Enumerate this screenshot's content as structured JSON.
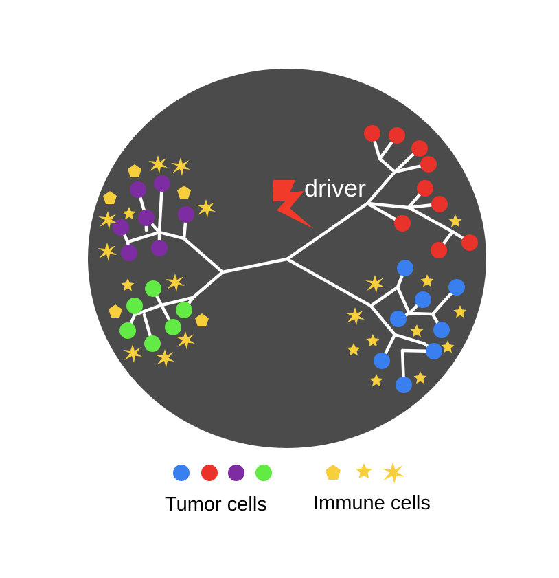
{
  "annotation": {
    "label": "driver",
    "icon": "lightning-bolt-icon"
  },
  "legend": {
    "tumor_label": "Tumor cells",
    "immune_label": "Immune cells",
    "tumor_swatches": [
      "blue",
      "red",
      "purple",
      "green"
    ],
    "immune_swatches": [
      "pentagon-icon",
      "star-icon",
      "spiky-star-icon"
    ]
  },
  "colors": {
    "background": "#4b4b4b",
    "branch": "#ffffff",
    "driver_text": "#ffffff",
    "bolt": "#f23a2a",
    "blue": "#3a7ff0",
    "red": "#e8322a",
    "purple": "#7d2da1",
    "green": "#62eb45",
    "immune": "#f7cf3c",
    "legend_text": "#000000"
  }
}
